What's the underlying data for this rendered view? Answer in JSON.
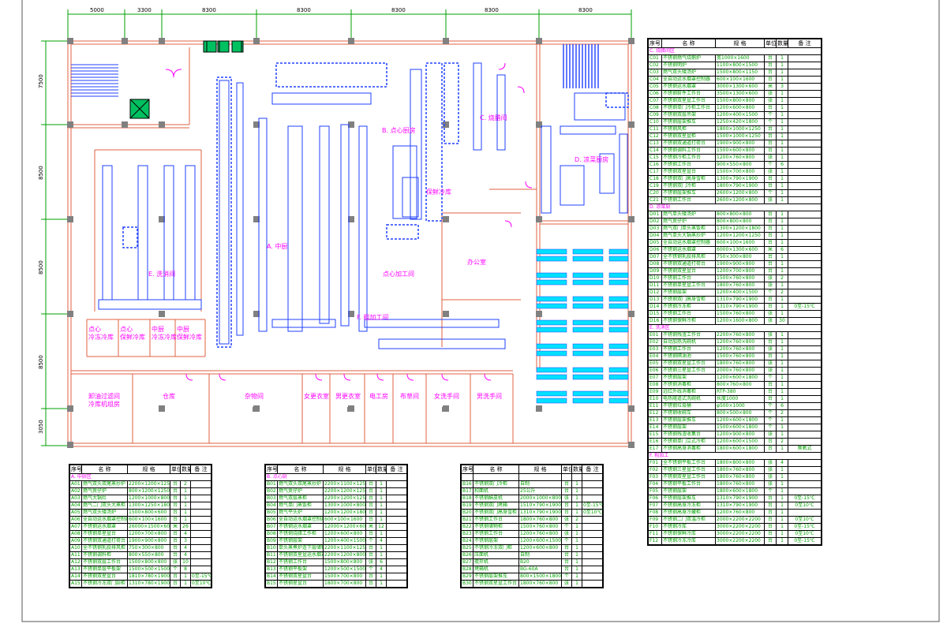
{
  "dimensions": {
    "top": [
      "5000",
      "3300",
      "8300",
      "8300",
      "8300",
      "8300",
      "8300"
    ],
    "left": [
      "7500",
      "8500",
      "8500",
      "8500",
      "3050"
    ]
  },
  "rooms": {
    "main_kitchen": "A. 中厨",
    "pastry_kitchen": "B. 点心厨房",
    "bbq_room": "C. 烧腊间",
    "cold_dish": "D. 凉菜厨房",
    "dishwash": "E. 洗消间",
    "rough_process": "F. 粗加工间",
    "pastry_process": "点心加工间",
    "office": "办公室",
    "fresh_store": "保鲜冷库",
    "pastry_cold": "点心\n冷冻冷库",
    "pastry_fresh": "点心\n保鲜冷库",
    "central_cold": "中厨\n冷冻冷库",
    "central_fresh": "中厨\n保鲜冷库",
    "corridor": "卸油过滤间\n冷库机组房",
    "warehouse": "仓库",
    "storage": "杂物间",
    "women_change": "女更衣室",
    "men_change": "男更衣室",
    "electric": "电工房",
    "closet": "布草间",
    "women_wash": "女洗手间",
    "men_wash": "男洗手间"
  },
  "table_headers": {
    "no": "序号",
    "name": "名 称",
    "spec": "规 格",
    "unit": "单位",
    "qty": "数量",
    "note": "备 注"
  },
  "table1": {
    "section": "A. 中厨区",
    "rows": [
      [
        "A01",
        "燃气双头双尾蒸炒炉",
        "2200×1200×1250",
        "台",
        "2",
        ""
      ],
      [
        "A02",
        "燃气煲仔炉",
        "800×1200×1250",
        "台",
        "1",
        ""
      ],
      [
        "A03",
        "燃气大锅灶",
        "1200×1000×800",
        "台",
        "1",
        ""
      ],
      [
        "A04",
        "燃气二门双头大蒸柜",
        "1300×1250×1800",
        "台",
        "1",
        ""
      ],
      [
        "A05",
        "燃气双头矮汤炉",
        "1500×800×600",
        "台",
        "1",
        ""
      ],
      [
        "A06",
        "全自动运水烟罩控制器",
        "600×100×1600",
        "台",
        "1",
        ""
      ],
      [
        "A07",
        "不锈钢运水烟罩",
        "26000×1500×600",
        "米",
        "26",
        ""
      ],
      [
        "A08",
        "不锈钢单星盆台",
        "1200×700×800",
        "台",
        "4",
        ""
      ],
      [
        "A09",
        "不锈钢双通道打荷台",
        "1900×900×800",
        "台",
        "3",
        ""
      ],
      [
        "A10",
        "全不锈钢乳胶排风柜",
        "750×300×800",
        "台",
        "4",
        ""
      ],
      [
        "A11",
        "不锈钢调料柜",
        "800×550×800",
        "台",
        "4",
        ""
      ],
      [
        "A12",
        "不锈钢双层工作台",
        "1500×800×800",
        "张",
        "10",
        ""
      ],
      [
        "A13",
        "不锈钢单层平板架",
        "1500×500×1500",
        "个",
        "8",
        ""
      ],
      [
        "A14",
        "不锈钢双星盆台",
        "1810×780×1900",
        "台",
        "1",
        "0至-15℃"
      ],
      [
        "A15",
        "不锈钢冷冻双门厨柜",
        "1310×780×1900",
        "台",
        "1",
        "0至10℃"
      ]
    ]
  },
  "table2": {
    "section": "B. 点心厨",
    "rows": [
      [
        "B01",
        "燃气双头双尾蒸炒炉",
        "2200×1100×1250",
        "台",
        "1",
        ""
      ],
      [
        "B02",
        "燃气煲仔炉",
        "2200×1200×1250",
        "台",
        "1",
        ""
      ],
      [
        "B03",
        "燃气双层蒸柜",
        "2200×1200×1250",
        "台",
        "1",
        ""
      ],
      [
        "B04",
        "燃气单门蒸饭柜",
        "1300×1000×800",
        "台",
        "1",
        ""
      ],
      [
        "B05",
        "燃气平头炉",
        "1200×1200×1800",
        "台",
        "1",
        ""
      ],
      [
        "B06",
        "全自动运水烟罩控制器",
        "600×100×1600",
        "台",
        "1",
        ""
      ],
      [
        "B07",
        "不锈钢运水烟罩",
        "12000×1200×600",
        "米",
        "12",
        ""
      ],
      [
        "B08",
        "不锈钢烧腊工作柜",
        "1200×600×800",
        "台",
        "1",
        ""
      ],
      [
        "B09",
        "不锈钢层架",
        "1200×400×1500",
        "个",
        "4",
        ""
      ],
      [
        "B10",
        "单头蒸煮炉连下层储物柜",
        "2200×1100×1250",
        "台",
        "1",
        ""
      ],
      [
        "B11",
        "不锈钢双星盆运水烟罩",
        "2200×1200×800",
        "台",
        "1",
        ""
      ],
      [
        "B12",
        "不锈钢工作台",
        "1500×800×800",
        "张",
        "6",
        ""
      ],
      [
        "B13",
        "不锈钢平板架",
        "1200×500×1500",
        "个",
        "4",
        ""
      ],
      [
        "B14",
        "不锈钢双星盆台",
        "1500×700×800",
        "台",
        "1",
        ""
      ],
      [
        "B15",
        "不锈钢星盆台",
        "1800×700×800",
        "台",
        "1",
        ""
      ]
    ]
  },
  "table3": {
    "rows": [
      [
        "B16",
        "不锈钢双门冷柜",
        "自制",
        "台",
        "1",
        ""
      ],
      [
        "B17",
        "和面机",
        "25公斤",
        "台",
        "1",
        ""
      ],
      [
        "B18",
        "不锈钢酥皮机",
        "2000×1000×800",
        "张",
        "1",
        ""
      ],
      [
        "B19",
        "不锈钢双门烤箱",
        "1510×790×1900",
        "台",
        "1",
        "0至-15℃"
      ],
      [
        "B20",
        "不锈钢双门高身雪柜",
        "1310×790×1900",
        "台",
        "1",
        "0至10℃"
      ],
      [
        "B21",
        "不锈钢工作台",
        "1800×760×800",
        "张",
        "2",
        ""
      ],
      [
        "B22",
        "不锈钢储物柜",
        "1500×760×800",
        "个",
        "1",
        ""
      ],
      [
        "B23",
        "不锈钢工作台",
        "1200×760×800",
        "张",
        "1",
        ""
      ],
      [
        "B24",
        "不锈钢层架",
        "1200×600×1500",
        "个",
        "1",
        ""
      ],
      [
        "B25",
        "不锈钢冷冻双门柜",
        "1200×600×800",
        "台",
        "1",
        ""
      ],
      [
        "B26",
        "压面机",
        "自制",
        "台",
        "1",
        ""
      ],
      [
        "B27",
        "搅拌机",
        "B20",
        "台",
        "1",
        ""
      ],
      [
        "B28",
        "烤箱机",
        "BG-60A",
        "台",
        "1",
        ""
      ],
      [
        "B29",
        "不锈钢层架推车",
        "800×1500×1800",
        "个",
        "1",
        ""
      ],
      [
        "B30",
        "不锈钢双星盆工作台",
        "1800×760×800",
        "张",
        "1",
        ""
      ]
    ]
  },
  "table4": {
    "section1": "C. 烧腊间区",
    "rows1": [
      [
        "C01",
        "不锈钢燃气烧鹅炉",
        "宽1000×1600",
        "台",
        "1",
        ""
      ],
      [
        "C02",
        "不锈钢明炉",
        "1100×800×1500",
        "台",
        "1",
        ""
      ],
      [
        "C03",
        "燃气双头矮汤炉",
        "1500×800×1150",
        "台",
        "1",
        ""
      ],
      [
        "C04",
        "全自动运水烟罩控制器",
        "600×100×1600",
        "台",
        "1",
        ""
      ],
      [
        "C05",
        "不锈钢运水烟罩",
        "3000×1300×600",
        "米",
        "3",
        ""
      ],
      [
        "C06",
        "不锈钢斩件工作台",
        "3500×1300×600",
        "张",
        "1",
        ""
      ],
      [
        "C07",
        "不锈钢双星盆工作台",
        "1500×800×800",
        "张",
        "1",
        ""
      ],
      [
        "C08",
        "不锈钢单门冷柜工作台",
        "1200×600×800",
        "台",
        "1",
        ""
      ],
      [
        "C09",
        "不锈钢双层吊架",
        "1200×400×1500",
        "个",
        "1",
        ""
      ],
      [
        "C10",
        "不锈钢层架推车",
        "1250×420×1800",
        "个",
        "1",
        ""
      ],
      [
        "C11",
        "不锈钢风柜",
        "1800×1000×1250",
        "台",
        "1",
        ""
      ],
      [
        "C12",
        "不锈钢双星盆柜",
        "1500×1000×1250",
        "台",
        "1",
        ""
      ],
      [
        "C13",
        "不锈钢双通道打荷台",
        "1900×900×800",
        "台",
        "1",
        ""
      ],
      [
        "C14",
        "不锈钢调料工作台",
        "1500×600×800",
        "台",
        "1",
        ""
      ],
      [
        "C15",
        "不锈钢冷柜工作台",
        "1200×760×800",
        "张",
        "1",
        ""
      ],
      [
        "C16",
        "不锈钢工作台",
        "900×550×800",
        "个",
        "6",
        ""
      ],
      [
        "C17",
        "不锈钢双星盆台",
        "1500×700×800",
        "张",
        "1",
        ""
      ],
      [
        "C18",
        "不锈钢双门高身雪柜",
        "1300×790×1900",
        "台",
        "1",
        ""
      ],
      [
        "C19",
        "不锈钢双门冷柜",
        "1800×790×1900",
        "台",
        "1",
        ""
      ],
      [
        "C20",
        "不锈钢层架推车",
        "2600×1200×800",
        "个",
        "1",
        ""
      ],
      [
        "C21",
        "不锈钢工作台",
        "2600×1200×800",
        "张",
        "1",
        ""
      ]
    ],
    "section2": "D. 凉菜厨",
    "rows2": [
      [
        "D01",
        "燃气单头矮汤炉",
        "800×800×800",
        "台",
        "1",
        ""
      ],
      [
        "D02",
        "燃气煲仔炉",
        "800×800×800",
        "台",
        "1",
        ""
      ],
      [
        "D03",
        "燃气双门单头蒸饭柜",
        "1300×1200×1800",
        "台",
        "1",
        ""
      ],
      [
        "D04",
        "燃气单头大锅蒸炒炉",
        "1200×1200×1250",
        "台",
        "1",
        ""
      ],
      [
        "D05",
        "全自动运水烟罩控制器",
        "600×100×1600",
        "台",
        "1",
        ""
      ],
      [
        "D06",
        "不锈钢运水烟罩",
        "6000×1300×600",
        "米",
        "6",
        ""
      ],
      [
        "D07",
        "全不锈钢乳胶排风柜",
        "750×300×800",
        "台",
        "1",
        ""
      ],
      [
        "D08",
        "不锈钢双通道打荷台",
        "1900×900×800",
        "台",
        "1",
        ""
      ],
      [
        "D09",
        "不锈钢双星盆台",
        "1200×700×800",
        "台",
        "1",
        ""
      ],
      [
        "D10",
        "不锈钢工作台",
        "1500×760×800",
        "张",
        "2",
        ""
      ],
      [
        "D11",
        "不锈钢单星盆工作台",
        "1800×760×800",
        "张",
        "1",
        ""
      ],
      [
        "D12",
        "不锈钢层架",
        "1200×400×1500",
        "个",
        "2",
        ""
      ],
      [
        "D13",
        "不锈钢双门高身雪柜",
        "1310×790×1900",
        "台",
        "1",
        ""
      ],
      [
        "D14",
        "不锈钢冷冻柜",
        "1310×790×1900",
        "台",
        "1",
        "0至-15℃"
      ],
      [
        "D15",
        "不锈钢工作台",
        "1500×760×800",
        "张",
        "1",
        ""
      ],
      [
        "D16",
        "不锈钢保鲜冷柜",
        "1200×1600×800",
        "张",
        "30",
        ""
      ]
    ],
    "section3": "E. 洗消区",
    "rows3": [
      [
        "E01",
        "不锈钢残渣工作台",
        "2200×760×800",
        "张",
        "1",
        ""
      ],
      [
        "E02",
        "自动加热洗碗机",
        "1200×760×800",
        "台",
        "1",
        ""
      ],
      [
        "E03",
        "不锈钢工作台",
        "1200×760×800",
        "张",
        "1",
        ""
      ],
      [
        "E04",
        "不锈钢隔油池",
        "1500×760×800",
        "台",
        "1",
        ""
      ],
      [
        "E05",
        "不锈钢双星盆工作台",
        "1800×760×800",
        "张",
        "1",
        ""
      ],
      [
        "E06",
        "不锈钢三星盆工作台",
        "2000×760×800",
        "张",
        "1",
        ""
      ],
      [
        "E07",
        "不锈钢层架",
        "1200×600×1800",
        "个",
        "1",
        ""
      ],
      [
        "E08",
        "不锈钢消毒柜",
        "800×760×800",
        "台",
        "1",
        ""
      ],
      [
        "E09",
        "远红外线消毒柜",
        "RTP-380",
        "台",
        "1",
        ""
      ],
      [
        "E10",
        "电热隧道式洗碗机",
        "长度1000",
        "台",
        "1",
        ""
      ],
      [
        "E11",
        "不锈钢垃圾桶",
        "φ500×1000",
        "个",
        "6",
        ""
      ],
      [
        "E12",
        "不锈钢收碗车",
        "800×500×800",
        "个",
        "2",
        ""
      ],
      [
        "E13",
        "不锈钢层架推车",
        "1200×600×1800",
        "个",
        "1",
        ""
      ],
      [
        "E14",
        "不锈钢层架",
        "1500×600×1800",
        "个",
        "1",
        ""
      ],
      [
        "E15",
        "不锈钢残渣收集台",
        "1200×900×800",
        "张",
        "1",
        ""
      ],
      [
        "E16",
        "不锈钢单门立式冷柜",
        "1200×600×1500",
        "台",
        "2",
        ""
      ],
      [
        "E17",
        "不锈钢高身消毒柜",
        "1800×600×1800",
        "台",
        "1",
        "臭氧式"
      ]
    ],
    "section4": "F. 粗加工",
    "rows4": [
      [
        "F01",
        "全不锈钢平板工作台",
        "1800×800×800",
        "张",
        "4",
        ""
      ],
      [
        "F02",
        "不锈钢三星盆工作台",
        "1800×760×800",
        "张",
        "1",
        ""
      ],
      [
        "F03",
        "不锈钢双星盆工作台",
        "1800×760×800",
        "张",
        "1",
        ""
      ],
      [
        "F04",
        "不锈钢平板工作台",
        "1800×760×800",
        "张",
        "1",
        ""
      ],
      [
        "F05",
        "不锈钢层架",
        "1800×600×1800",
        "个",
        "1",
        ""
      ],
      [
        "F06",
        "不锈钢层架推车",
        "1310×790×1900",
        "台",
        "1",
        "0至-15℃"
      ],
      [
        "F07",
        "不锈钢高身冷冻柜",
        "1310×790×1900",
        "台",
        "1",
        "0至10℃"
      ],
      [
        "F08",
        "不锈钢高身冷藏柜",
        "1200×760×800",
        "台",
        "1",
        ""
      ],
      [
        "F09",
        "不锈钢二门双温冷柜",
        "2000×2200×2200",
        "台",
        "1",
        "0至10℃"
      ],
      [
        "F10",
        "不锈钢冷库",
        "3000×2200×2200",
        "台",
        "1",
        "0至-15℃"
      ],
      [
        "F11",
        "不锈钢保鲜冷库",
        "3000×2200×2200",
        "台",
        "1",
        "0至10℃"
      ],
      [
        "F12",
        "不锈钢冷冻冷库",
        "3000×2200×2200",
        "台",
        "1",
        "0至-15℃"
      ]
    ]
  }
}
